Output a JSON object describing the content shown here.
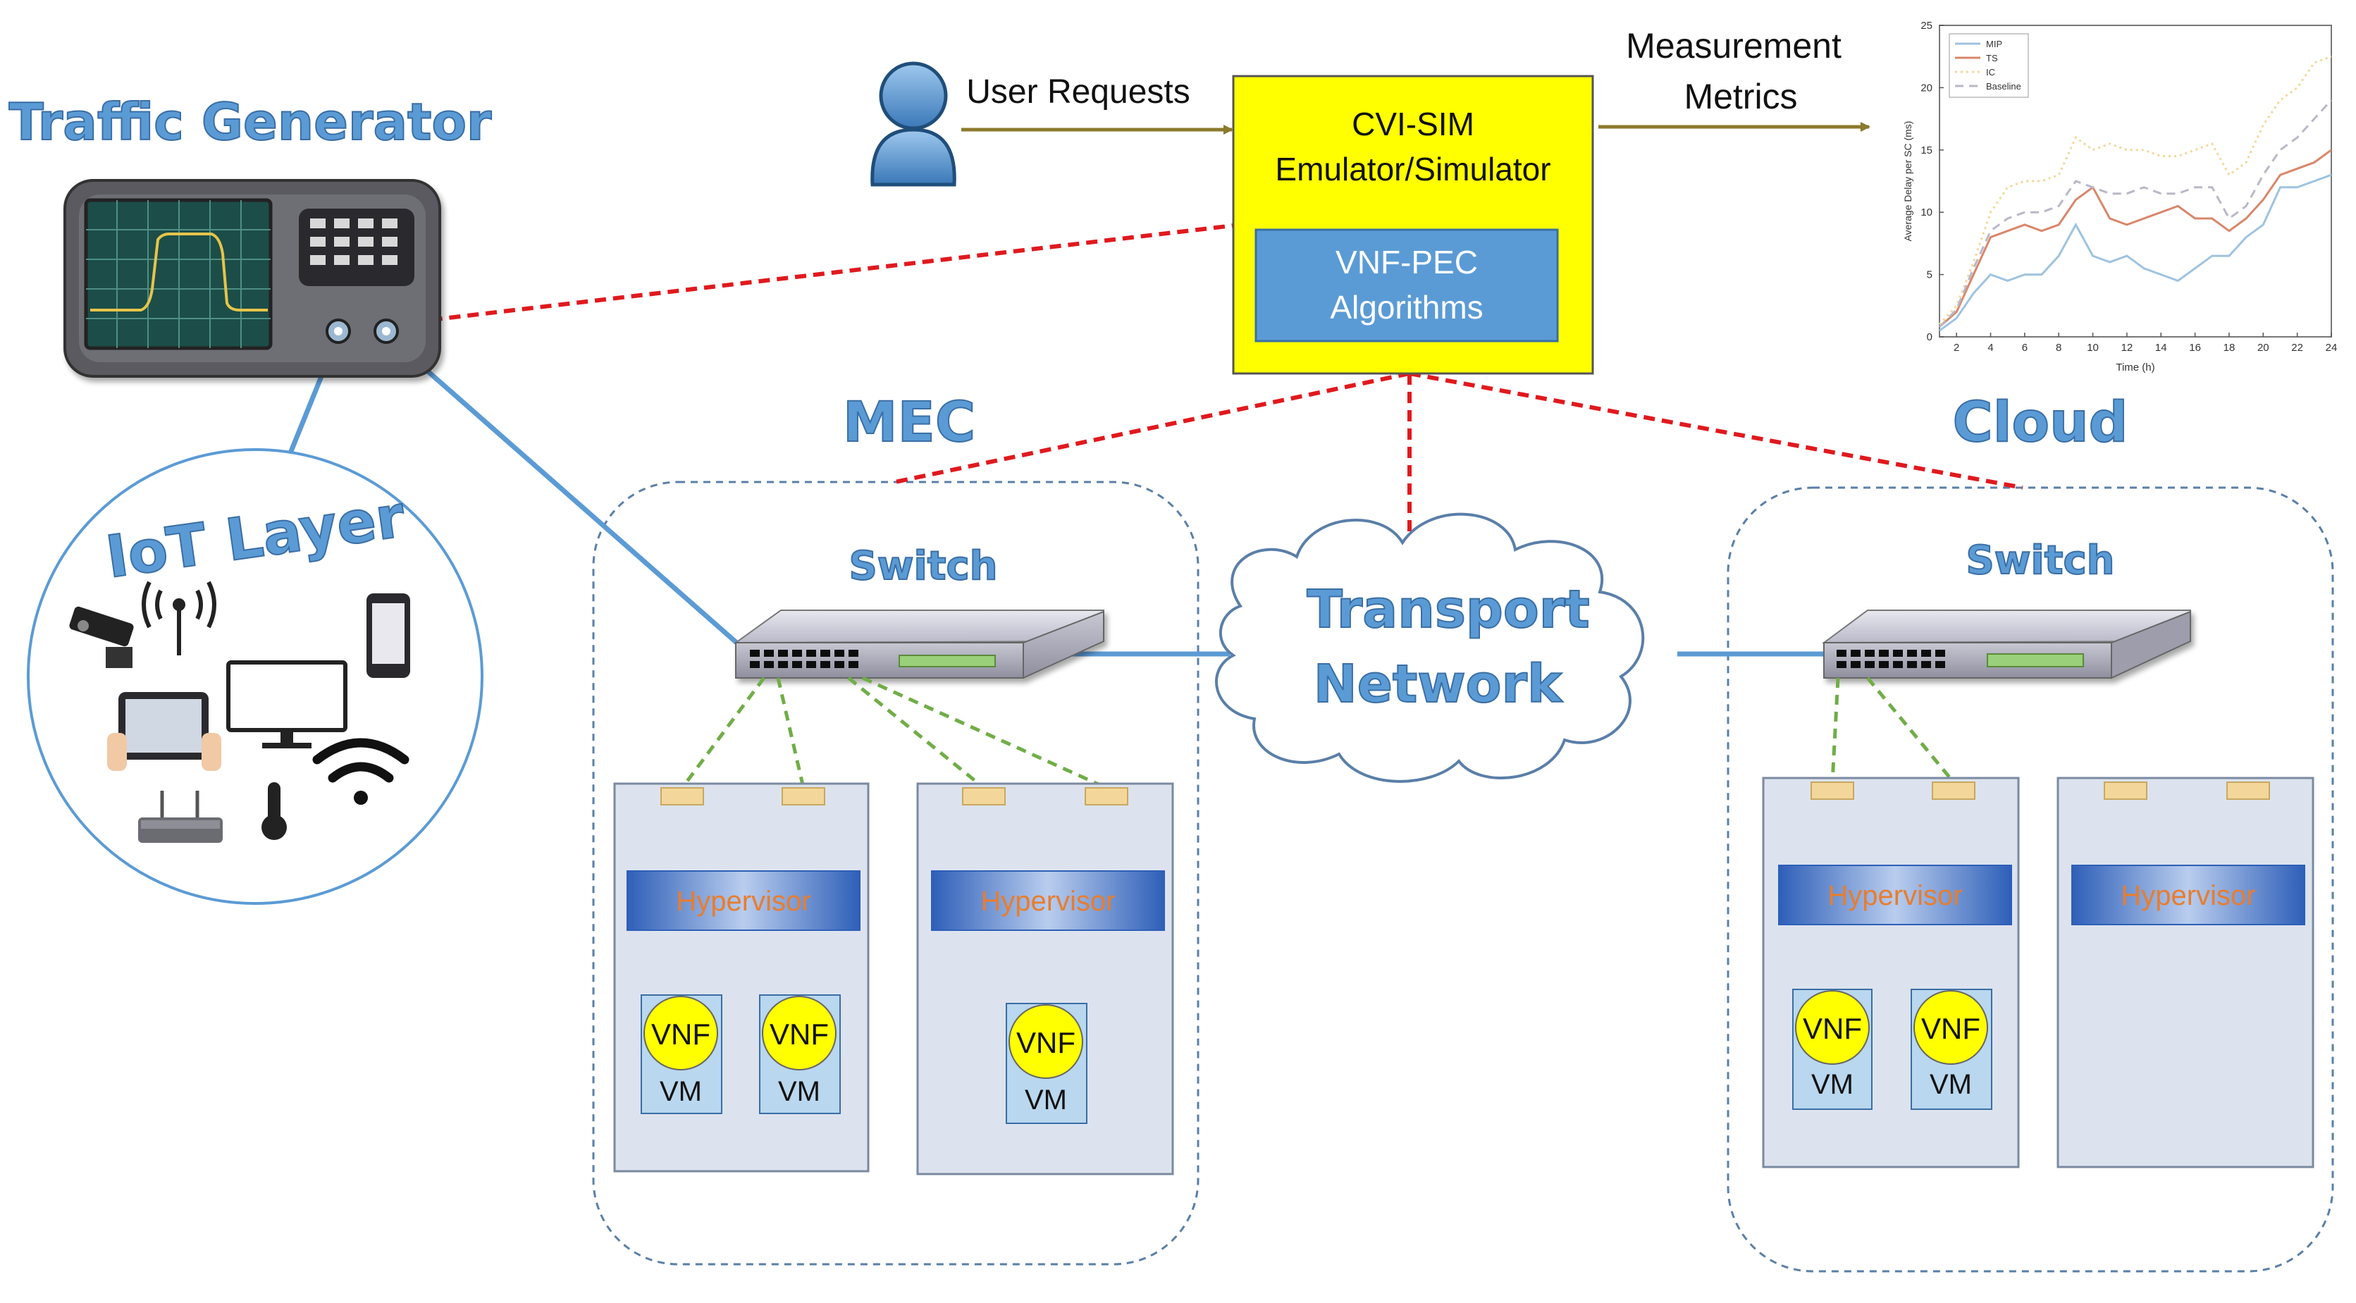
{
  "labels": {
    "traffic_generator": "Traffic Generator",
    "iot_layer": "IoT Layer",
    "user_requests": "User Requests",
    "simulator_line1": "CVI-SIM",
    "simulator_line2": "Emulator/Simulator",
    "algo_line1": "VNF-PEC",
    "algo_line2": "Algorithms",
    "measurement_line1": "Measurement",
    "measurement_line2": "Metrics",
    "mec": "MEC",
    "cloud": "Cloud",
    "switch": "Switch",
    "transport_line1": "Transport",
    "transport_line2": "Network",
    "hypervisor": "Hypervisor",
    "vnf": "VNF",
    "vm": "VM"
  },
  "colors": {
    "blue_label": "#4a86c8",
    "link_blue": "#5b9bd5",
    "red_dashed": "#e0191e",
    "green_dashed": "#70ad47",
    "arrow_olive": "#8c7a2c",
    "sim_box": "#ffff00",
    "algo_box": "#5b9bd5",
    "server_fill": "#dce3ee",
    "hypervisor_text": "#e87d2e",
    "vnf_fill": "#ffff00"
  },
  "chart_data": {
    "type": "line",
    "ylabel": "Average Delay per SC (ms)",
    "xlabel": "Time (h)",
    "xlim": [
      1,
      24
    ],
    "ylim": [
      0,
      25
    ],
    "xticks": [
      2,
      4,
      6,
      8,
      10,
      12,
      14,
      16,
      18,
      20,
      22,
      24
    ],
    "yticks": [
      0,
      5,
      10,
      15,
      20,
      25
    ],
    "legend_position": "top-left",
    "x": [
      1,
      2,
      3,
      4,
      5,
      6,
      7,
      8,
      9,
      10,
      11,
      12,
      13,
      14,
      15,
      16,
      17,
      18,
      19,
      20,
      21,
      22,
      23,
      24
    ],
    "series": [
      {
        "name": "MIP",
        "color": "#9ec3e0",
        "dash": "solid",
        "values": [
          0.5,
          1.5,
          3.5,
          5.0,
          4.5,
          5.0,
          5.0,
          6.5,
          9.0,
          6.5,
          6.0,
          6.5,
          5.5,
          5.0,
          4.5,
          5.5,
          6.5,
          6.5,
          8.0,
          9.0,
          12.0,
          12.0,
          12.5,
          13.0
        ]
      },
      {
        "name": "TS",
        "color": "#d9866a",
        "dash": "solid",
        "values": [
          0.8,
          2.0,
          5.0,
          8.0,
          8.5,
          9.0,
          8.5,
          9.0,
          11.0,
          12.0,
          9.5,
          9.0,
          9.5,
          10.0,
          10.5,
          9.5,
          9.5,
          8.5,
          9.5,
          11.0,
          13.0,
          13.5,
          14.0,
          15.0
        ]
      },
      {
        "name": "IC",
        "color": "#f3d79a",
        "dash": "dotted",
        "values": [
          1.0,
          2.5,
          6.0,
          10.0,
          12.0,
          12.5,
          12.5,
          13.0,
          16.0,
          15.0,
          15.5,
          15.0,
          15.0,
          14.5,
          14.5,
          15.0,
          15.5,
          13.0,
          14.0,
          17.0,
          19.0,
          20.0,
          22.0,
          22.5
        ]
      },
      {
        "name": "Baseline",
        "color": "#b8b8c8",
        "dash": "dashed",
        "values": [
          0.8,
          2.2,
          5.5,
          8.5,
          9.5,
          10.0,
          10.0,
          10.5,
          12.5,
          12.0,
          11.5,
          11.5,
          12.0,
          11.5,
          11.5,
          12.0,
          12.0,
          9.5,
          10.5,
          13.0,
          15.0,
          16.0,
          17.5,
          19.0
        ]
      }
    ]
  }
}
